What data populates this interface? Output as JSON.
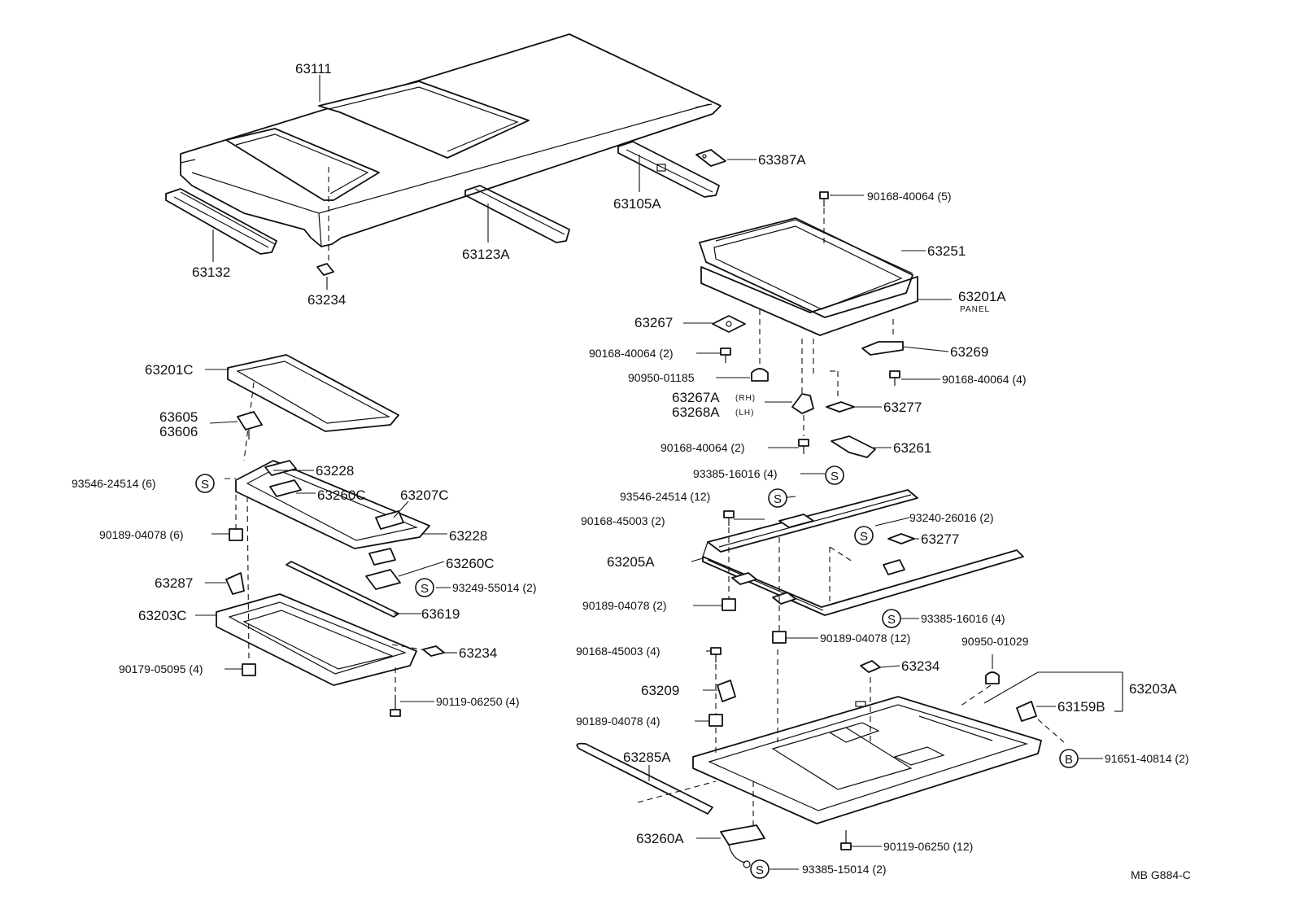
{
  "labels": {
    "p63111": "63111",
    "p63387A": "63387A",
    "p63105A": "63105A",
    "p63132": "63132",
    "p63123A": "63123A",
    "p63234_top": "63234",
    "p90168_40064_5": "90168-40064 (5)",
    "p63251": "63251",
    "p63201A": "63201A",
    "panel": "PANEL",
    "p63267": "63267",
    "p90168_40064_2a": "90168-40064 (2)",
    "p63269": "63269",
    "p90950_01185": "90950-01185",
    "p90168_40064_4": "90168-40064 (4)",
    "p63267A": "63267A",
    "rh": "(RH)",
    "p63268A": "63268A",
    "lh": "(LH)",
    "p63277_a": "63277",
    "p90168_40064_2b": "90168-40064 (2)",
    "p63261": "63261",
    "p93385_16016_4a": "93385-16016 (4)",
    "p63201C": "63201C",
    "p63605": "63605",
    "p63606": "63606",
    "p93546_24514_6": "93546-24514 (6)",
    "p63228_a": "63228",
    "p63260C_a": "63260C",
    "p63207C": "63207C",
    "p90189_04078_6": "90189-04078 (6)",
    "p63228_b": "63228",
    "p63260C_b": "63260C",
    "p63287": "63287",
    "p93249_55014_2": "93249-55014 (2)",
    "p63203C": "63203C",
    "p63619": "63619",
    "p90179_05095_4": "90179-05095 (4)",
    "p63234_left": "63234",
    "p90119_06250_4": "90119-06250 (4)",
    "p93546_24514_12": "93546-24514 (12)",
    "p90168_45003_2": "90168-45003 (2)",
    "p93240_26016_2": "93240-26016 (2)",
    "p63277_b": "63277",
    "p63205A": "63205A",
    "p90189_04078_2": "90189-04078 (2)",
    "p93385_16016_4b": "93385-16016 (4)",
    "p90189_04078_12": "90189-04078 (12)",
    "p90950_01029": "90950-01029",
    "p90168_45003_4": "90168-45003 (4)",
    "p63234_right": "63234",
    "p63203A": "63203A",
    "p63209": "63209",
    "p63159B": "63159B",
    "p90189_04078_4": "90189-04078 (4)",
    "p91651_40814_2": "91651-40814 (2)",
    "p63285A": "63285A",
    "p90119_06250_12": "90119-06250 (12)",
    "p63260A": "63260A",
    "p93385_15014_2": "93385-15014 (2)",
    "ref_code": "MB  G884-C"
  },
  "markers": {
    "s": "S",
    "b": "B"
  }
}
